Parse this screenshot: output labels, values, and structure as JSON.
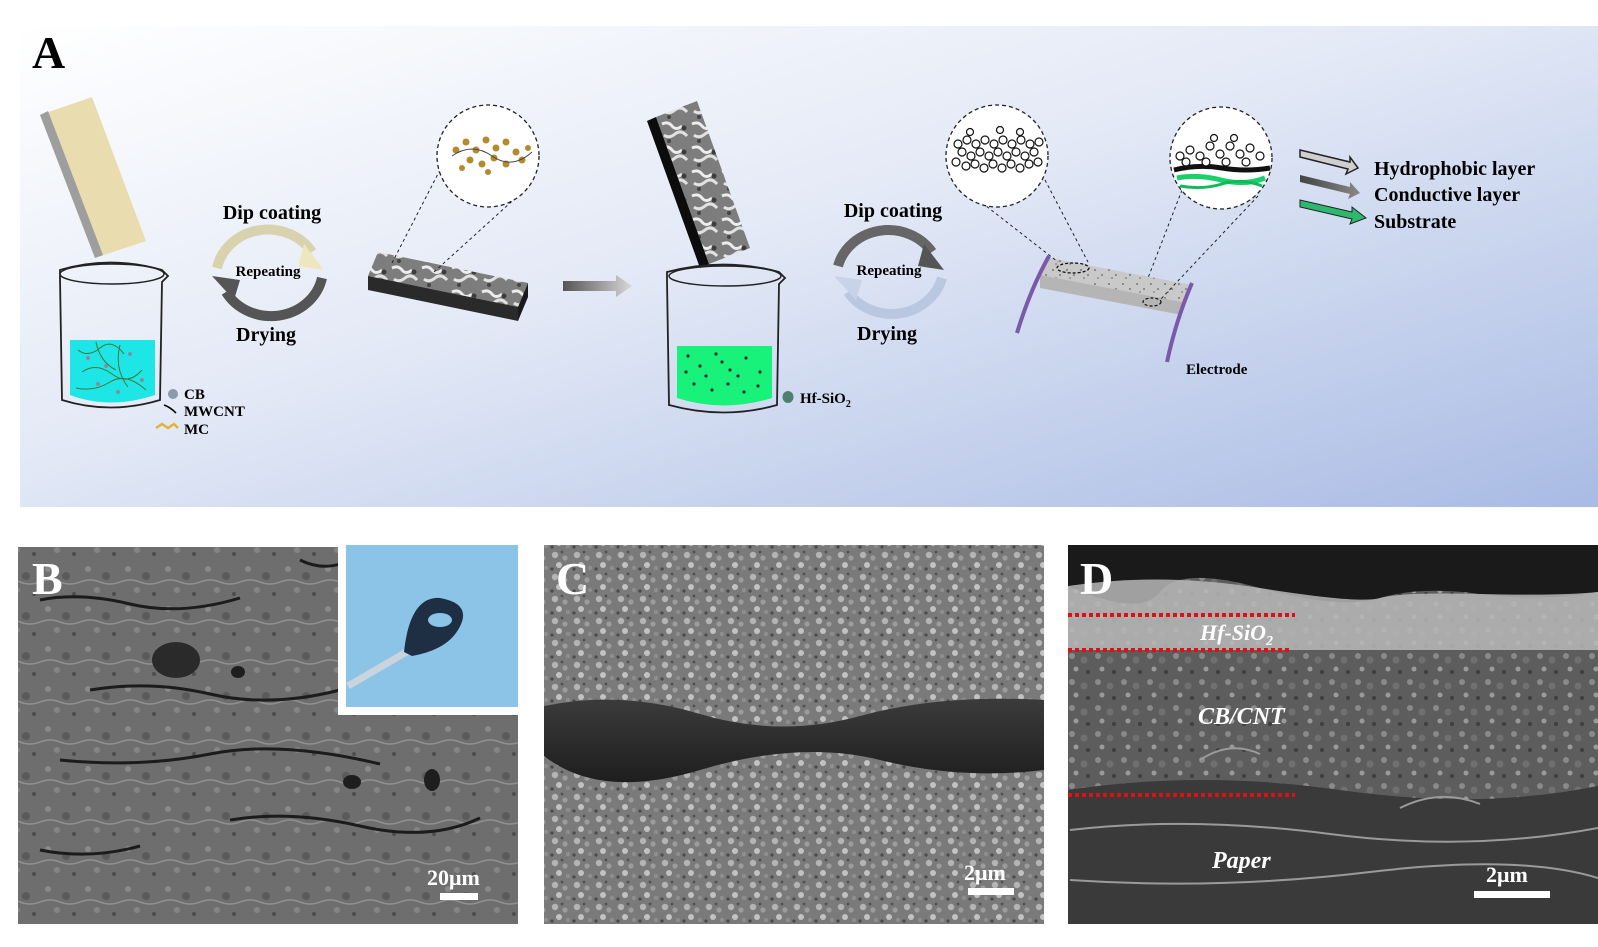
{
  "panels": {
    "a": {
      "letter": "A",
      "step1_top": "Dip coating",
      "step1_mid": "Repeating",
      "step1_bottom": "Drying",
      "step2_top": "Dip coating",
      "step2_mid": "Repeating",
      "step2_bottom": "Drying",
      "legend1": [
        "CB",
        "MWCNT",
        "MC"
      ],
      "legend2_main": "Hf-SiO",
      "legend2_sub": "2",
      "electrode": "Electrode",
      "layers": [
        "Hydrophobic layer",
        "Conductive layer",
        "Substrate"
      ]
    },
    "b": {
      "letter": "B",
      "scale": "20μm"
    },
    "c": {
      "letter": "C",
      "scale": "2μm"
    },
    "d": {
      "letter": "D",
      "scale": "2μm",
      "label_top_main": "Hf-SiO",
      "label_top_sub": "2",
      "label_mid": "CB/CNT",
      "label_bottom": "Paper"
    }
  },
  "colors": {
    "panel_a_bg_start": "#ffffff",
    "panel_a_bg_end": "#a9bbe4",
    "cyan_liquid": "#1fe6e6",
    "green_liquid": "#19f27a",
    "red_dotted_line": "#e01010",
    "electrode_purple": "#7a5aa8",
    "inset_blue": "#8cc4e8"
  }
}
